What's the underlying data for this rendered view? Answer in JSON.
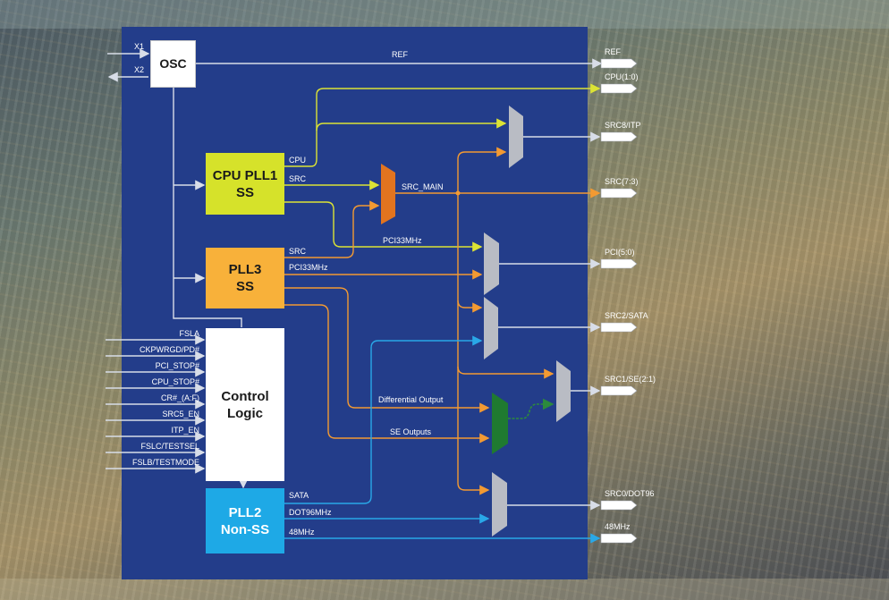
{
  "blocks": {
    "osc": "OSC",
    "cpu_pll1": "CPU PLL1\nSS",
    "pll3": "PLL3\nSS",
    "control": "Control\nLogic",
    "pll2": "PLL2\nNon-SS"
  },
  "inputs": {
    "x1": "X1",
    "x2": "X2"
  },
  "control_inputs": [
    "FSLA",
    "CKPWRGD/PD#",
    "PCI_STOP#",
    "CPU_STOP#",
    "CR#_(A:F)",
    "SRC5_EN",
    "ITP_EN",
    "FSLC/TESTSEL",
    "FSLB/TESTMODE"
  ],
  "signals": {
    "ref": "REF",
    "cpu": "CPU",
    "src": "SRC",
    "src_main": "SRC_MAIN",
    "pci33_mid": "PCI33MHz",
    "pll3_src": "SRC",
    "pll3_pci33": "PCI33MHz",
    "differential": "Differential Output",
    "se_outputs": "SE Outputs",
    "sata": "SATA",
    "dot96": "DOT96MHz",
    "mhz48": "48MHz"
  },
  "outputs": [
    "REF",
    "CPU(1:0)",
    "SRC8/ITP",
    "SRC(7:3)",
    "PCI(5:0)",
    "SRC2/SATA",
    "SRC1/SE(2:1)",
    "SRC0/DOT96",
    "48MHz"
  ],
  "colors": {
    "panel": "#233d8a",
    "cpu_pll1": "#d6e22a",
    "pll3": "#f8b13a",
    "pll2": "#1ea9e6",
    "wire_white": "#d8dde8",
    "wire_yellow": "#dce334",
    "wire_orange": "#f39a32",
    "wire_blue": "#29a8e8",
    "wire_green": "#2c8a3c",
    "mux_gray": "#b9bcc4",
    "mux_orange": "#e2741f",
    "mux_green": "#1f7a30"
  }
}
